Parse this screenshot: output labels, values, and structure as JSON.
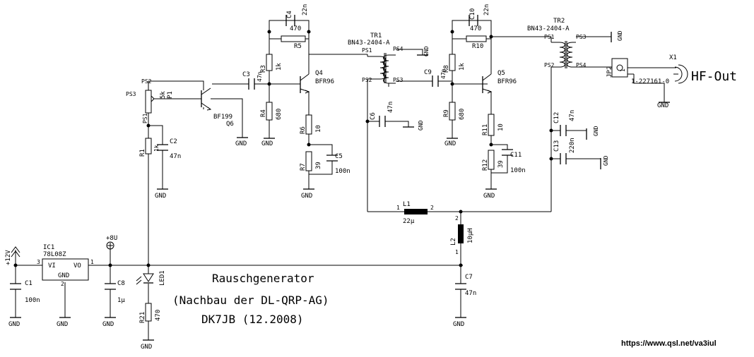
{
  "title": {
    "line1": "Rauschgenerator",
    "line2": "(Nachbau der DL-QRP-AG)",
    "line3": "DK7JB (12.2008)"
  },
  "output_label": "HF-Out",
  "credit": "https://www.qsl.net/va3iul",
  "gnd": "GND",
  "components": {
    "c1": {
      "name": "C1",
      "value": "100n"
    },
    "c2": {
      "name": "C2",
      "value": "47n"
    },
    "c3": {
      "name": "C3",
      "value": "47n"
    },
    "c4": {
      "name": "C4",
      "value": "22n"
    },
    "c5": {
      "name": "C5",
      "value": "100n"
    },
    "c6": {
      "name": "C6",
      "value": "47n"
    },
    "c7": {
      "name": "C7",
      "value": "47n"
    },
    "c8": {
      "name": "C8",
      "value": "1µ"
    },
    "c9": {
      "name": "C9",
      "value": "47n"
    },
    "c10": {
      "name": "C10",
      "value": "22n"
    },
    "c11": {
      "name": "C11",
      "value": "100n"
    },
    "c12": {
      "name": "C12",
      "value": "47n"
    },
    "c13": {
      "name": "C13",
      "value": "220n"
    },
    "r1": {
      "name": "R1",
      "value": "1k"
    },
    "r3": {
      "name": "R3",
      "value": "1k"
    },
    "r4": {
      "name": "R4",
      "value": "680"
    },
    "r5": {
      "name": "R5",
      "value": "470"
    },
    "r6": {
      "name": "R6",
      "value": "10"
    },
    "r7": {
      "name": "R7",
      "value": "39"
    },
    "r8": {
      "name": "R8",
      "value": "1k"
    },
    "r9": {
      "name": "R9",
      "value": "680"
    },
    "r10": {
      "name": "R10",
      "value": "470"
    },
    "r11": {
      "name": "R11",
      "value": "10"
    },
    "r12": {
      "name": "R12",
      "value": "39"
    },
    "r21": {
      "name": "R21",
      "value": "470"
    },
    "p1": {
      "name": "P1",
      "value": "5k",
      "ps1": "PS1",
      "ps2": "PS2",
      "ps3": "PS3"
    },
    "q4": {
      "name": "Q4",
      "value": "BFR96"
    },
    "q5": {
      "name": "Q5",
      "value": "BFR96"
    },
    "q6": {
      "name": "Q6",
      "value": "BF199"
    },
    "ic1": {
      "name": "IC1",
      "value": "78L08Z",
      "pin_in": "VI",
      "pin_out": "VO",
      "pin_gnd": "GND",
      "p1": "1",
      "p2": "2",
      "p3": "3"
    },
    "led1": {
      "name": "LED1"
    },
    "l1": {
      "name": "L1",
      "value": "22µ",
      "p1": "1",
      "p2": "2"
    },
    "l2": {
      "name": "L2",
      "value": "10µH",
      "p1": "1",
      "p2": "2"
    },
    "tr1": {
      "name": "TR1",
      "value": "BN43-2404-A",
      "ps1": "PS1",
      "ps2": "PS2",
      "ps3": "PS3",
      "ps4": "PS4"
    },
    "tr2": {
      "name": "TR2",
      "value": "BN43-2404-A",
      "ps1": "PS1",
      "ps2": "PS2",
      "ps3": "PS3",
      "ps4": "PS4"
    },
    "jp2": {
      "name": "JP2",
      "p1": "1"
    },
    "x1": {
      "name": "X1",
      "value": "1-227161-0"
    }
  },
  "supplies": {
    "v12": "+12V",
    "v8": "+8U"
  }
}
